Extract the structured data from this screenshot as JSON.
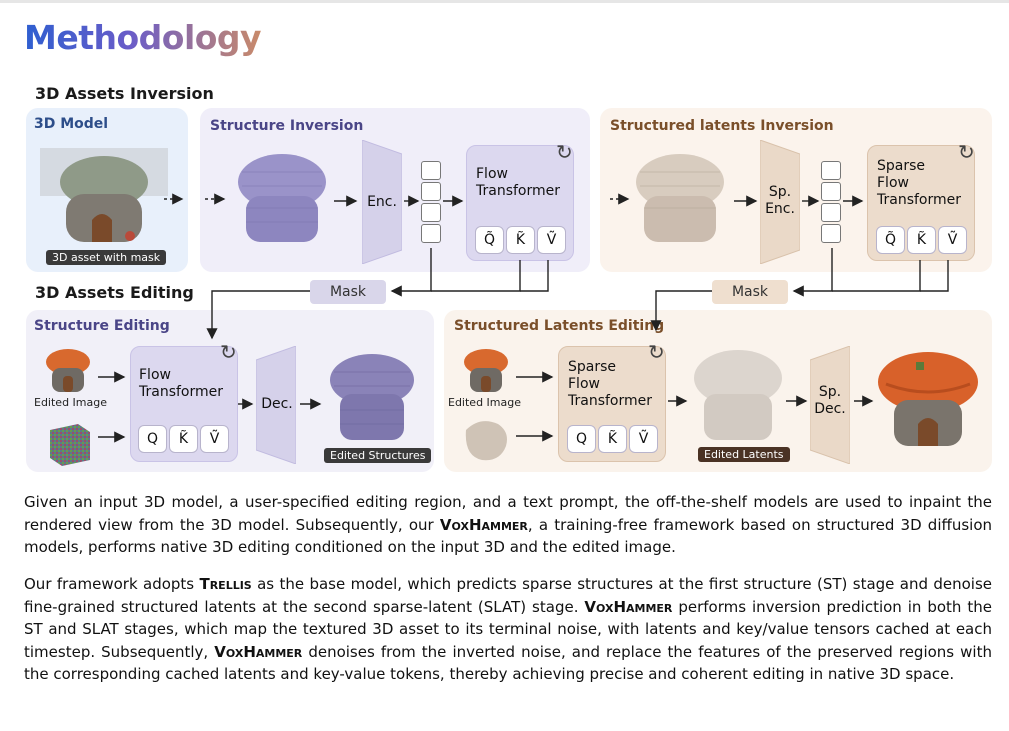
{
  "page_title": "Methodology",
  "diagram": {
    "inversion_label": "3D Assets Inversion",
    "editing_label": "3D Assets Editing",
    "panels": {
      "model": "3D Model",
      "structure_inversion": "Structure Inversion",
      "latents_inversion": "Structured latents Inversion",
      "structure_editing": "Structure Editing",
      "latents_editing": "Structured Latents Editing"
    },
    "captions": {
      "asset_mask": "3D asset with mask",
      "edited_image_1": "Edited Image",
      "edited_image_2": "Edited Image",
      "edited_structures": "Edited Structures",
      "edited_latents": "Edited Latents"
    },
    "blocks": {
      "enc": "Enc.",
      "sp_enc_1": "Sp.",
      "sp_enc_2": "Enc.",
      "dec": "Dec.",
      "sp_dec_1": "Sp.",
      "sp_dec_2": "Dec.",
      "flow_1": "Flow",
      "flow_2": "Transformer",
      "sparse_1": "Sparse",
      "sparse_2": "Flow",
      "sparse_3": "Transformer",
      "mask": "Mask"
    },
    "qkv_tilde": [
      "Q̃",
      "K̃",
      "Ṽ"
    ],
    "qkv_edit": [
      "Q",
      "K̃",
      "Ṽ"
    ],
    "colors": {
      "title_start": "#2f5fd0",
      "title_end": "#c98a6a",
      "purple": "#dcd8ef",
      "peach": "#ecdccc"
    }
  },
  "paragraph1": {
    "a": "Given an input 3D model, a user-specified editing region, and a text prompt, the off-the-shelf models are used to inpaint the rendered view from the 3D model. Subsequently, our ",
    "name": "VoxHammer",
    "b": ", a training-free framework based on structured 3D diffusion models, performs native 3D editing conditioned on the input 3D and the edited image."
  },
  "paragraph2": {
    "a": "Our framework adopts ",
    "trellis": "Trellis",
    "b": " as the base model, which predicts sparse structures at the first structure (ST) stage and denoise fine-grained structured latents at the second sparse-latent (SLAT) stage. ",
    "name1": "VoxHammer",
    "c": " performs inversion prediction in both the ST and SLAT stages, which map the textured 3D asset to its terminal noise, with latents and key/value tensors cached at each timestep. Subsequently, ",
    "name2": "VoxHammer",
    "d": " denoises from the inverted noise, and replace the features of the preserved regions with the corresponding cached latents and key-value tokens, thereby achieving precise and coherent editing in native 3D space."
  }
}
